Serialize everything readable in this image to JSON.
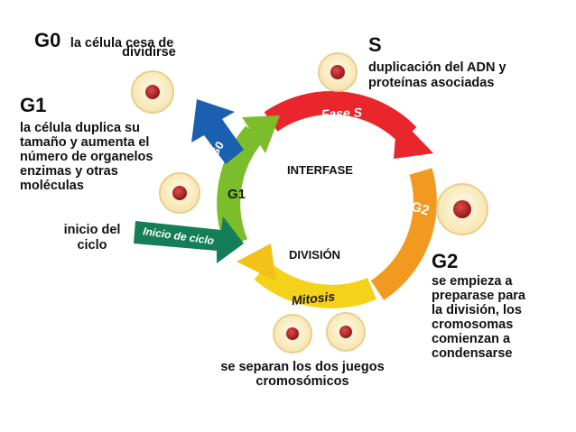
{
  "labels": {
    "g0": {
      "code": "G0",
      "desc_line1": "la célula cesa de",
      "desc_line2": "dividirse"
    },
    "s": {
      "code": "S",
      "desc_line1": "duplicación del ADN y",
      "desc_line2": "proteínas asociadas"
    },
    "g1": {
      "code": "G1",
      "desc_lines": [
        "la célula duplica su",
        "tamaño y aumenta el",
        "número de organelos",
        "enzimas y otras",
        "moléculas"
      ]
    },
    "inicio": {
      "line1": "inicio del",
      "line2": "ciclo"
    },
    "g2": {
      "code": "G2",
      "desc_lines": [
        "se empieza a",
        "preparase para",
        "la división, los",
        "cromosomas",
        "comienzan a",
        "condensarse"
      ]
    },
    "mitosis_desc": {
      "line1": "se separan los dos juegos",
      "line2": "cromosómicos"
    }
  },
  "cycle": {
    "interfase": "INTERFASE",
    "division": "DIVISIÓN",
    "arrow_fase_s": "Fase S",
    "arrow_g2": "G2",
    "arrow_mitosis": "Mitosis",
    "arrow_g1": "G1",
    "arrow_g0": "G0",
    "arrow_inicio": "Inicio de ciclo"
  },
  "colors": {
    "fase_s": "#e8262b",
    "g2": "#f29a1f",
    "mitosis": "#f5d21a",
    "g1": "#7cbd2c",
    "g0": "#1b5fb0",
    "inicio": "#137e57",
    "cell_fill": "#fbf1d2",
    "nucleus": "#a51f1f"
  }
}
